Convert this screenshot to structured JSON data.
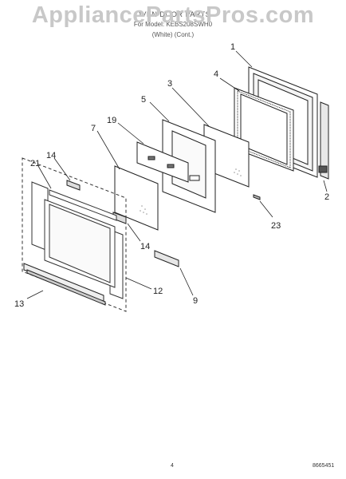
{
  "watermark": "AppliancePartsPros.com",
  "header": {
    "title": "OVEN DOOR PARTS",
    "model": "For Model: KEBS208SWH0",
    "note": "(White)   (Cont.)"
  },
  "callouts": [
    "1",
    "2",
    "3",
    "4",
    "5",
    "7",
    "9",
    "12",
    "13",
    "14",
    "14",
    "19",
    "21",
    "23"
  ],
  "footer": {
    "page": "4",
    "code": "8665451"
  }
}
